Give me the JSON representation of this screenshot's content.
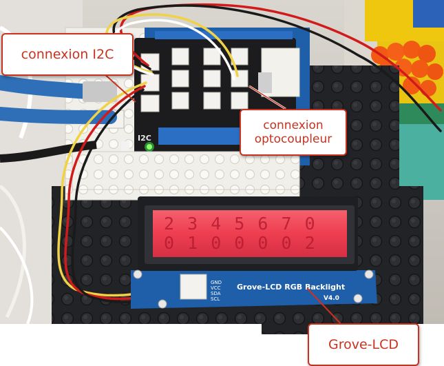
{
  "callouts": {
    "i2c": "connexion I2C",
    "opto_line1": "connexion",
    "opto_line2": "optocoupleur",
    "lcd": "Grove-LCD"
  },
  "board": {
    "i2c_marking": "I2C",
    "lcd_module_label": "Grove-LCD RGB Backlight",
    "lcd_version": "V4.0",
    "pins": [
      "GND",
      "VCC",
      "SDA",
      "SCL"
    ]
  },
  "lcd_display": {
    "line1": "2 3 4 5 6 7 0",
    "line2": "0 1 0 0 0 0 2"
  },
  "colors": {
    "accent": "#c8321e",
    "lcd_backlight": "#f04a5a",
    "pcb_blue": "#1f5ea8",
    "shield_black": "#1c1c1e"
  },
  "icons": [
    "led-indicator-icon",
    "usb-cable-icon"
  ]
}
